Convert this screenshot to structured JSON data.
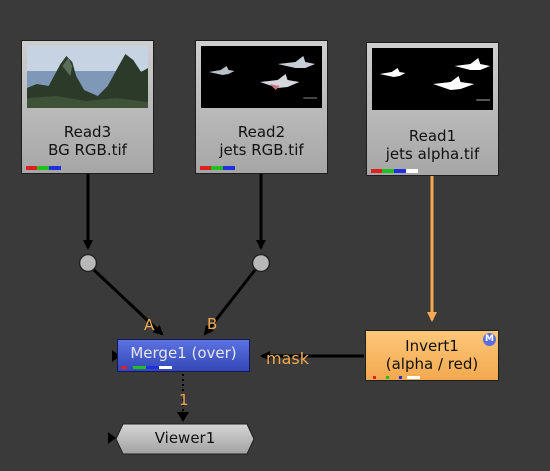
{
  "nodes": {
    "read3": {
      "title": "Read3",
      "file": "BG RGB.tif"
    },
    "read2": {
      "title": "Read2",
      "file": "jets RGB.tif"
    },
    "read1": {
      "title": "Read1",
      "file": "jets alpha.tif"
    },
    "merge": {
      "label": "Merge1 (over)"
    },
    "invert": {
      "title": "Invert1",
      "channels": "(alpha / red)",
      "badge": "M"
    },
    "viewer": {
      "label": "Viewer1"
    }
  },
  "edges": {
    "merge_input_a": "A",
    "merge_input_b": "B",
    "mask": "mask",
    "viewer_input": "1"
  },
  "colors": {
    "background": "#3a3a3a",
    "edge_default": "#000000",
    "edge_mask": "#f2a94f",
    "edge_label": "#f2a94f",
    "read_node": "#bdbdbd",
    "merge_node": "#4a5fcf",
    "invert_node": "#f8b864",
    "viewer_node": "#b3b3b3",
    "channel_red": "#e02020",
    "channel_green": "#20c020",
    "channel_blue": "#2030e0",
    "channel_alpha": "#ffffff"
  }
}
